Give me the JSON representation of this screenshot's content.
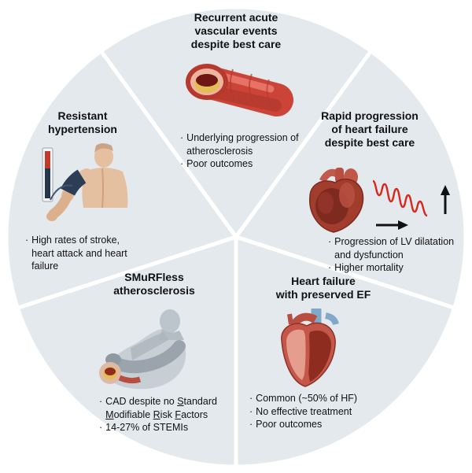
{
  "figure": {
    "description": "Circular five-segment diagram of unmet cardiovascular clinical needs"
  },
  "colors": {
    "circle_fill": "#e4e9ed",
    "divider": "#ffffff",
    "text": "#111111",
    "artery_red": "#cc4437",
    "plaque_yellow": "#e5bd55",
    "wave_red": "#d8271c",
    "heart_red": "#a23d2d"
  },
  "bullet_glyph": "·",
  "segments": {
    "top": {
      "title": "Recurrent acute\nvascular events\ndespite best care",
      "bullets": [
        "Underlying progression of atherosclerosis",
        "Poor outcomes"
      ],
      "illustration": "atherosclerotic-artery-cross-section"
    },
    "right": {
      "title": "Rapid progression\nof heart failure\ndespite best care",
      "bullets": [
        "Progression of LV dilatation and dysfunction",
        "Higher mortality"
      ],
      "illustration": "dilated-heart-with-declining-waveform"
    },
    "bottom_right": {
      "title": "Heart failure\nwith preserved EF",
      "bullets": [
        "Common (~50% of HF)",
        "No effective treatment",
        "Poor outcomes"
      ],
      "illustration": "anatomical-heart-cross-section"
    },
    "bottom_left": {
      "title": "SMuRFless\natherosclerosis",
      "bullets": [
        "CAD despite no _S_tandard _M_odifiable _R_isk _F_actors",
        "14-27% of STEMIs"
      ],
      "illustration": "person-clutching-chest"
    },
    "left": {
      "title": "Resistant\nhypertension",
      "bullets": [
        "High rates of stroke, heart attack and heart failure"
      ],
      "illustration": "blood-pressure-measurement"
    }
  }
}
